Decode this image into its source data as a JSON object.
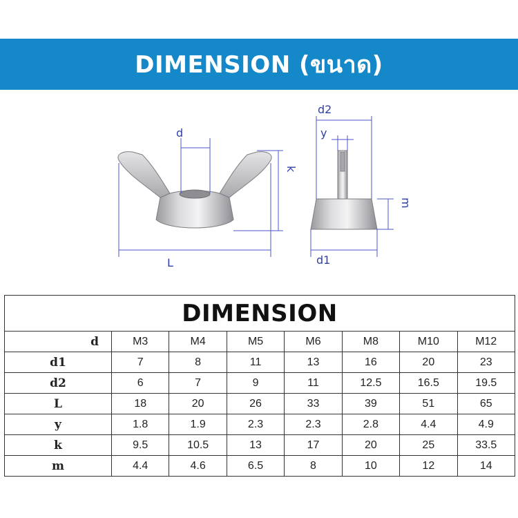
{
  "banner": {
    "title": "DIMENSION (ขนาด)"
  },
  "diagram": {
    "labels": {
      "d": "d",
      "k": "k",
      "L": "L",
      "d2": "d2",
      "y": "y",
      "m": "m",
      "d1": "d1"
    }
  },
  "table": {
    "title": "DIMENSION",
    "header_label": "d",
    "sizes": [
      "M3",
      "M4",
      "M5",
      "M6",
      "M8",
      "M10",
      "M12"
    ],
    "rows": [
      {
        "label": "d1",
        "values": [
          "7",
          "8",
          "11",
          "13",
          "16",
          "20",
          "23"
        ]
      },
      {
        "label": "d2",
        "values": [
          "6",
          "7",
          "9",
          "11",
          "12.5",
          "16.5",
          "19.5"
        ]
      },
      {
        "label": "L",
        "values": [
          "18",
          "20",
          "26",
          "33",
          "39",
          "51",
          "65"
        ]
      },
      {
        "label": "y",
        "values": [
          "1.8",
          "1.9",
          "2.3",
          "2.3",
          "2.8",
          "4.4",
          "4.9"
        ]
      },
      {
        "label": "k",
        "values": [
          "9.5",
          "10.5",
          "13",
          "17",
          "20",
          "25",
          "33.5"
        ]
      },
      {
        "label": "m",
        "values": [
          "4.4",
          "4.6",
          "6.5",
          "8",
          "10",
          "12",
          "14"
        ]
      }
    ]
  },
  "colors": {
    "banner": "#1588c9",
    "dimension_lines": "#4a55c8",
    "metal": "#c9c9cc"
  }
}
